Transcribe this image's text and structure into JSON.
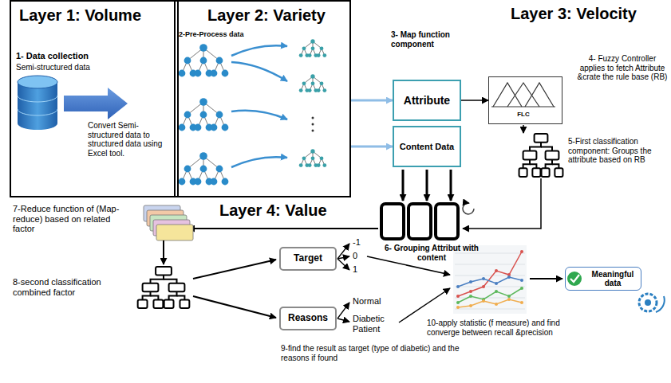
{
  "diagram": {
    "nodes": [
      {
        "text": [
          "Layer 1: Volume",
          "1- Data collection",
          "Semi-structured data",
          "Convert Semi-structured data to structured data using Excel tool."
        ]
      },
      {
        "text": [
          "Layer 2: Variety",
          "2-Pre-Process data"
        ]
      },
      {
        "text": [
          "Attribute"
        ]
      },
      {
        "text": [
          "Content Data"
        ]
      },
      {
        "text": [
          "FLC"
        ]
      },
      {
        "text": [
          "Target"
        ]
      },
      {
        "text": [
          "Reasons"
        ]
      },
      {
        "text": [
          "Meaningful data"
        ]
      }
    ],
    "edges": [
      {
        "from": 1,
        "to": 2,
        "arrow": "to"
      },
      {
        "from": 1,
        "to": 3,
        "arrow": "to"
      },
      {
        "from": 2,
        "to": 4,
        "arrow": "to"
      }
    ],
    "labels": [
      "Layer 3: Velocity",
      "3- Map function component",
      "4- Fuzzy Controller applies to fetch Attribute &crate the rule base (RB)",
      "5-First classification component: Groups the attribute based on RB",
      "6- Grouping Attribut with content",
      "Layer 4: Value",
      "7-Reduce function of (Map-reduce) based on related factor",
      "8-second classification combined factor",
      "-1",
      "0",
      "1",
      "Normal",
      "Diabetic Patient",
      "9-find the result as target (type of diabetic) and the reasons if found",
      "10-apply statistic (f measure) and find converge between recall &precision"
    ]
  }
}
